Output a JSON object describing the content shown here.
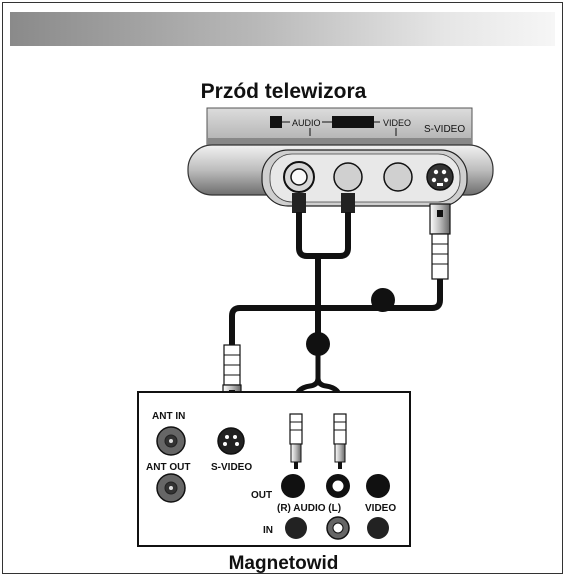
{
  "titles": {
    "tv_front": "Przód telewizora",
    "vcr": "Magnetowid"
  },
  "tv_panel": {
    "audio_label": "AUDIO",
    "video_label": "VIDEO",
    "svideo_label": "S-VIDEO"
  },
  "vcr_panel": {
    "ant_in": "ANT IN",
    "ant_out": "ANT OUT",
    "svideo": "S-VIDEO",
    "out": "OUT",
    "audio_row": "(R) AUDIO (L)",
    "video": "VIDEO",
    "in": "IN"
  }
}
